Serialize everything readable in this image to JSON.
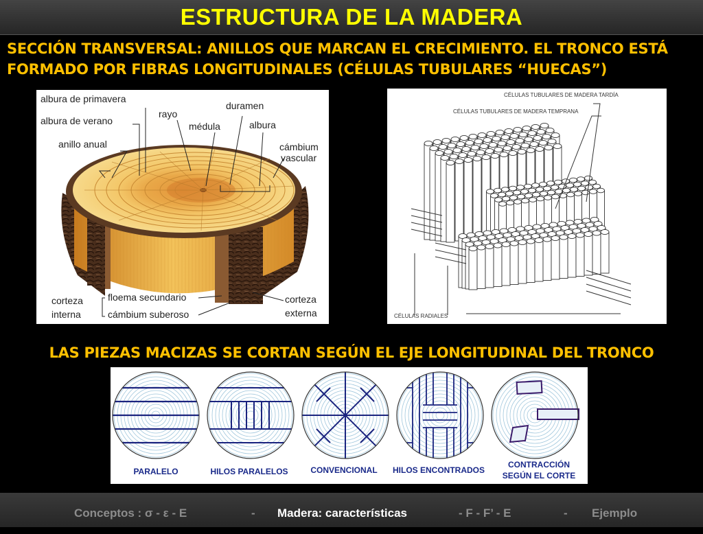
{
  "title": "ESTRUCTURA DE LA MADERA",
  "subtitle": {
    "line1": "SECCIÓN TRANSVERSAL: ANILLOS QUE MARCAN EL CRECIMIENTO. EL TRONCO ESTÁ",
    "line2": "FORMADO POR FIBRAS LONGITUDINALES (CÉLULAS TUBULARES “HUECAS”)"
  },
  "left_diagram": {
    "labels": {
      "albura_primavera": "albura de primavera",
      "albura_verano": "albura de verano",
      "anillo_anual": "anillo anual",
      "rayo": "rayo",
      "medula": "médula",
      "duramen": "duramen",
      "albura": "albura",
      "cambium_vascular_1": "cámbium",
      "cambium_vascular_2": "vascular",
      "corteza_interna_1": "corteza",
      "corteza_interna_2": "interna",
      "floema": "floema secundario",
      "cambium_suberoso": "cámbium suberoso",
      "corteza_externa_1": "corteza",
      "corteza_externa_2": "externa"
    }
  },
  "right_diagram": {
    "labels": {
      "tardia": "CÉLULAS TUBULARES DE MADERA TARDÍA",
      "temprana": "CÉLULAS TUBULARES DE MADERA TEMPRANA",
      "radiales": "CÉLULAS RADIALES"
    }
  },
  "middle_heading": "LAS PIEZAS MACIZAS SE CORTAN SEGÚN EL EJE LONGITUDINAL DEL TRONCO",
  "cuts": [
    {
      "label": "PARALELO"
    },
    {
      "label": "HILOS PARALELOS"
    },
    {
      "label": "CONVENCIONAL"
    },
    {
      "label": "HILOS ENCONTRADOS"
    },
    {
      "label_line1": "CONTRACCIÓN",
      "label_line2": "SEGÚN EL CORTE"
    }
  ],
  "footer": {
    "conceptos": "Conceptos : σ - ε - E",
    "sep1": "-",
    "madera": "Madera: características",
    "rest": "- F - F’ - E",
    "sep2": "-",
    "ejemplo": "Ejemplo"
  },
  "colors": {
    "title": "#ffff00",
    "headings": "#ffc000",
    "footer_text": "#8c8c8c",
    "footer_active": "#ffffff",
    "cut_label": "#1a2a8a",
    "ring_line": "#9fc6dc"
  }
}
